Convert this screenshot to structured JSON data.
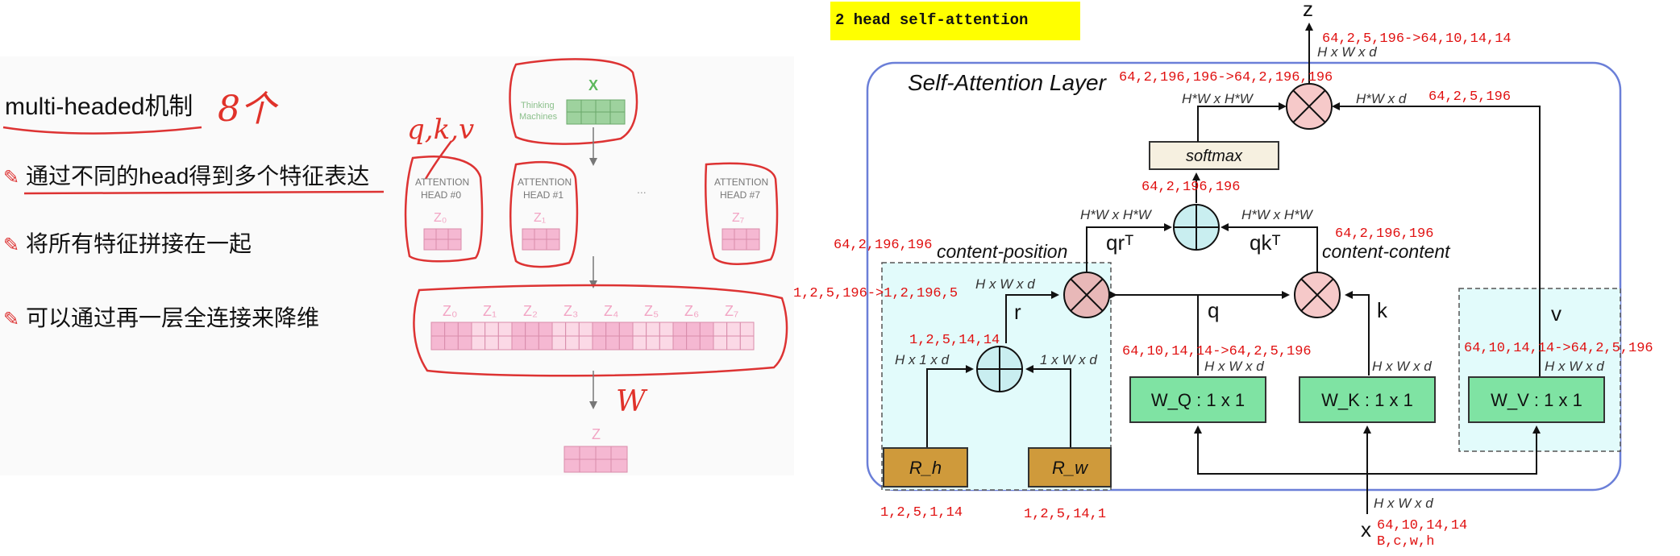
{
  "left": {
    "title": "multi-headed机制",
    "title_note": "8个",
    "bullets": [
      "通过不同的head得到多个特征表达",
      "将所有特征拼接在一起",
      "可以通过再一层全连接来降维"
    ],
    "qkv_note": "q,k,v",
    "bottom_note": "W",
    "x_label": "X",
    "thinking_lines": [
      "Thinking",
      "Machines"
    ],
    "heads": [
      {
        "title": "ATTENTION",
        "sub": "HEAD #0",
        "z": "Z₀"
      },
      {
        "title": "ATTENTION",
        "sub": "HEAD #1",
        "z": "Z₁"
      },
      {
        "title": "ATTENTION",
        "sub": "HEAD #7",
        "z": "Z₇"
      }
    ],
    "ellipsis": "...",
    "concat_labels": [
      "Z₀",
      "Z₁",
      "Z₂",
      "Z₃",
      "Z₄",
      "Z₅",
      "Z₆",
      "Z₇"
    ],
    "z_out": "Z"
  },
  "right": {
    "banner": "2 head self-attention",
    "layer_title": "Self-Attention Layer",
    "z_top": "z",
    "x_bottom": "x",
    "softmax": "softmax",
    "content_position": "content-position",
    "content_content": "content-content",
    "qr": "qrᵀ",
    "qk": "qkᵀ",
    "r": "r",
    "q": "q",
    "k": "k",
    "v": "v",
    "WQ": "W_Q : 1 x 1",
    "WK": "W_K : 1 x 1",
    "WV": "W_V : 1 x 1",
    "Rh": "R_h",
    "Rw": "R_w",
    "dims": {
      "top_out": "H x W x d",
      "hw_hw_left": "H*W x H*W",
      "hw_d_right": "H*W x d",
      "qr_dim": "H*W x H*W",
      "qk_dim": "H*W x H*W",
      "r_dim": "H x W x d",
      "rh_dim": "H x 1 x d",
      "rw_dim": "1 x W x d",
      "wq_dim": "H x W x d",
      "wk_dim": "H x W x d",
      "wv_dim": "H x W x d",
      "x_dim": "H x W x d"
    },
    "annotations": {
      "top_shape": "64,2,5,196->64,10,14,14",
      "attn_shape": "64,2,196,196->64,2,196,196",
      "v_shape": "64,2,5,196",
      "softmax_in": "64,2,196,196",
      "cp_shape": "64,2,196,196",
      "cc_shape": "64,2,196,196",
      "r_reshape": "1,2,5,196->1,2,196,5",
      "r_shape": "1,2,5,14,14",
      "q_shape": "64,10,14,14->64,2,5,196",
      "v_reshape": "64,10,14,14->64,2,5,196",
      "rh_shape": "1,2,5,1,14",
      "rw_shape": "1,2,5,14,1",
      "x_shape": "64,10,14,14",
      "x_names": "B,c,w,h"
    }
  }
}
